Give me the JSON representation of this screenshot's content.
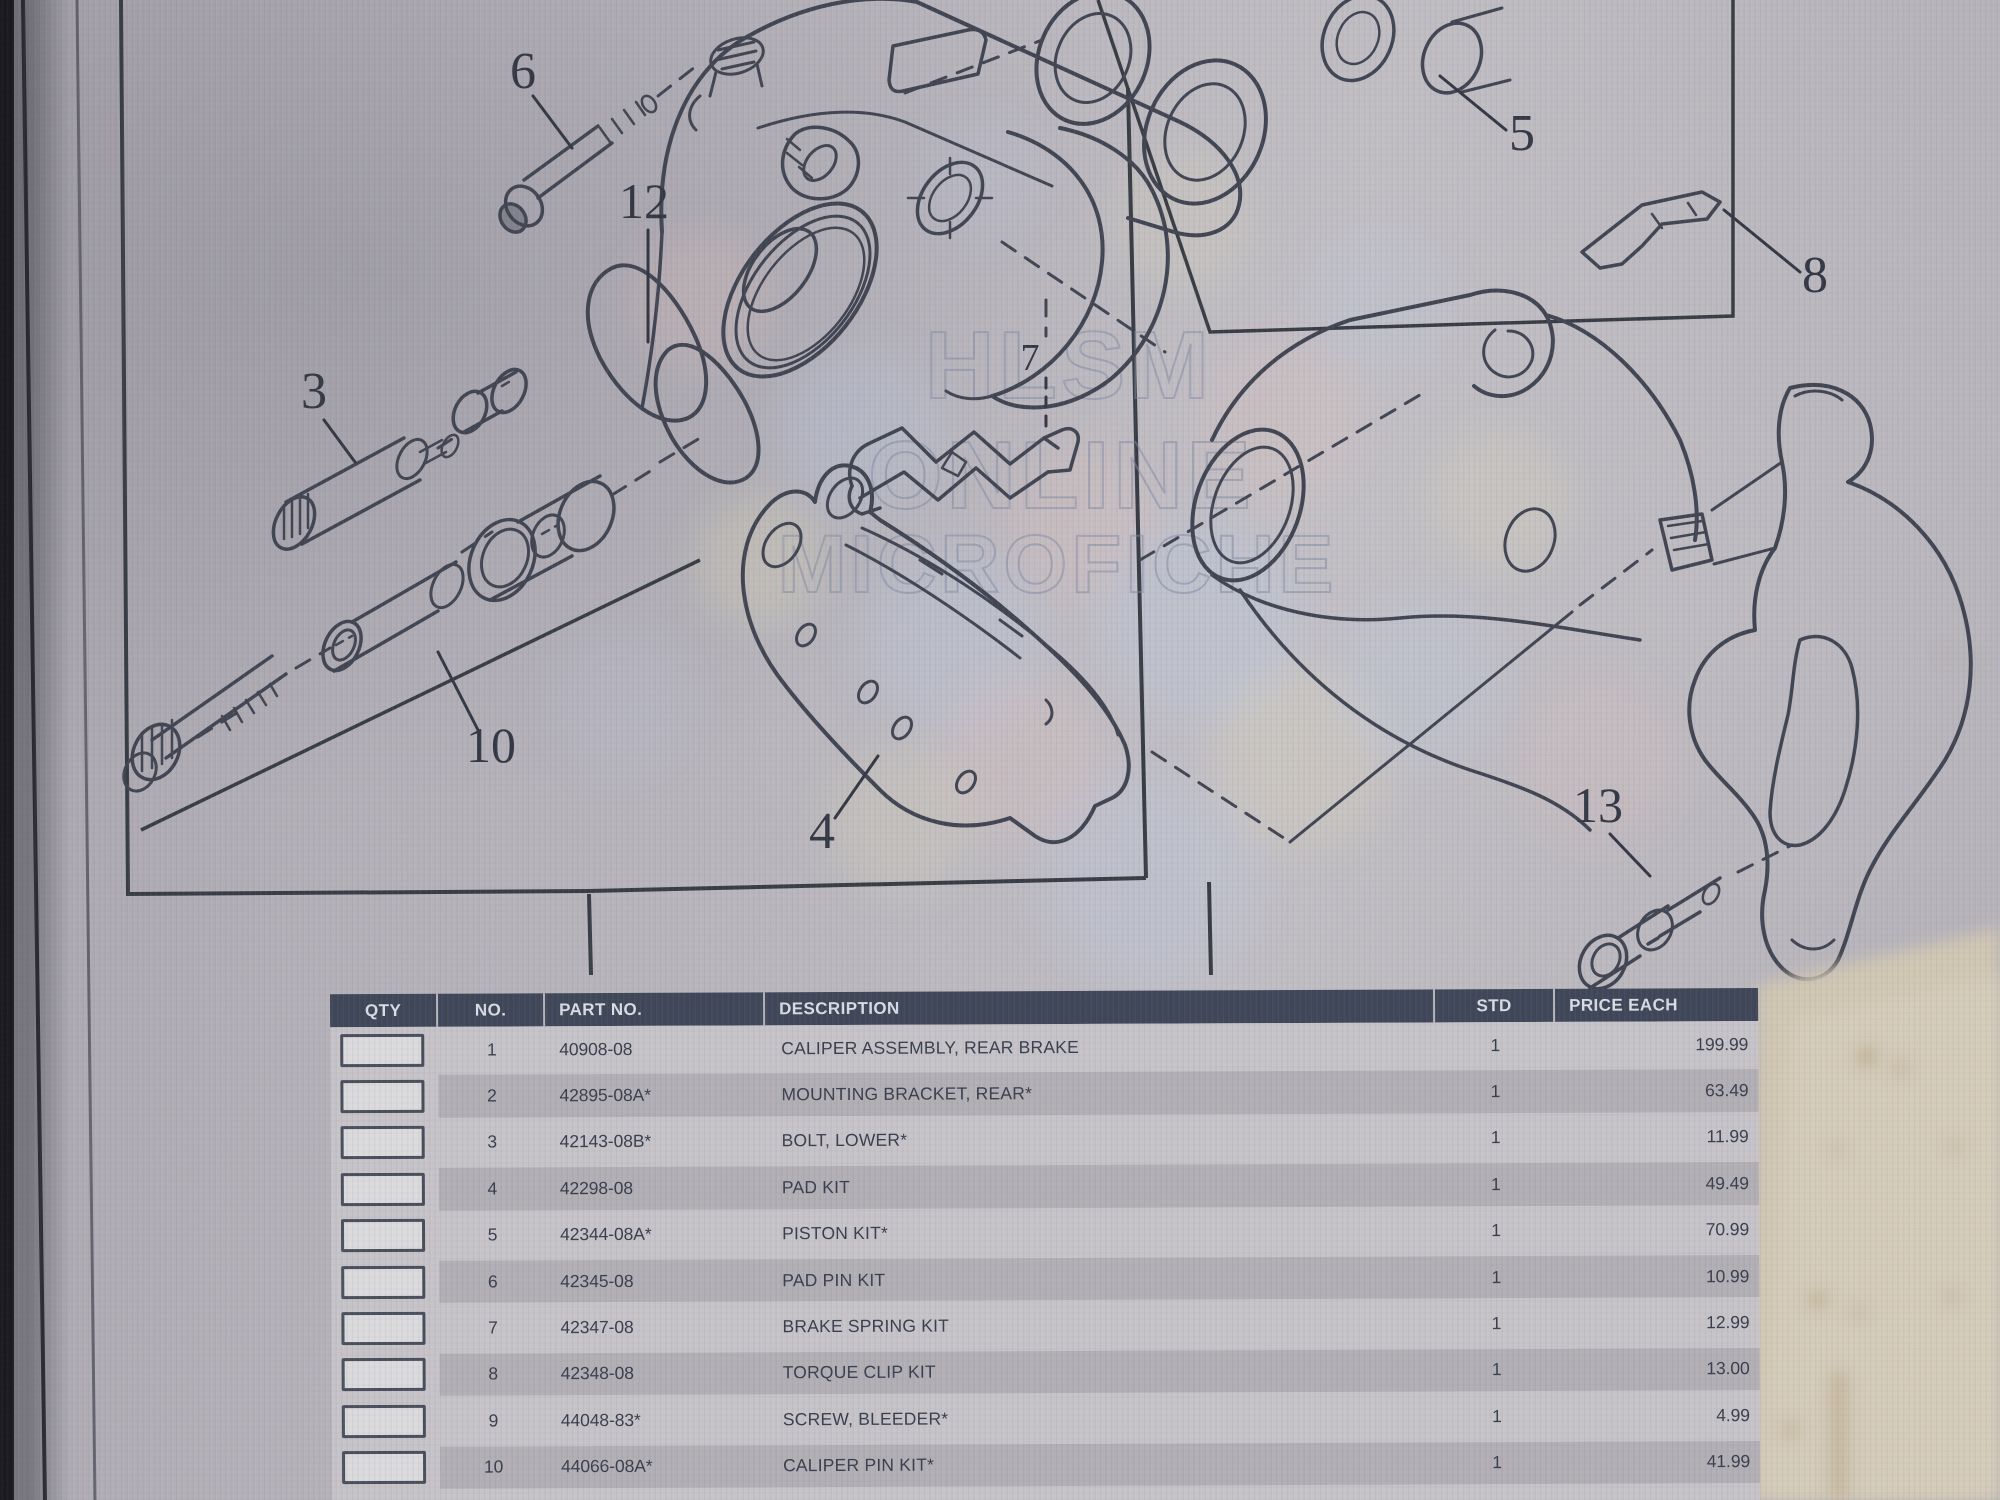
{
  "watermark": {
    "line1": "HLSM",
    "line2": "ONLINE",
    "line3": "MICROFICHE"
  },
  "diagram": {
    "callouts": [
      {
        "label": "6"
      },
      {
        "label": "12"
      },
      {
        "label": "3"
      },
      {
        "label": "10"
      },
      {
        "label": "4"
      },
      {
        "label": "5"
      },
      {
        "label": "7"
      },
      {
        "label": "8"
      },
      {
        "label": "13"
      }
    ]
  },
  "table": {
    "headers": [
      "QTY",
      "NO.",
      "PART NO.",
      "DESCRIPTION",
      "STD",
      "PRICE EACH"
    ],
    "rows": [
      {
        "qty": "",
        "no": "1",
        "part_no": "40908-08",
        "description": "CALIPER ASSEMBLY, REAR BRAKE",
        "std": "1",
        "price": "199.99"
      },
      {
        "qty": "",
        "no": "2",
        "part_no": "42895-08A*",
        "description": "MOUNTING BRACKET, REAR*",
        "std": "1",
        "price": "63.49"
      },
      {
        "qty": "",
        "no": "3",
        "part_no": "42143-08B*",
        "description": "BOLT, LOWER*",
        "std": "1",
        "price": "11.99"
      },
      {
        "qty": "",
        "no": "4",
        "part_no": "42298-08",
        "description": "PAD KIT",
        "std": "1",
        "price": "49.49"
      },
      {
        "qty": "",
        "no": "5",
        "part_no": "42344-08A*",
        "description": "PISTON KIT*",
        "std": "1",
        "price": "70.99"
      },
      {
        "qty": "",
        "no": "6",
        "part_no": "42345-08",
        "description": "PAD PIN KIT",
        "std": "1",
        "price": "10.99"
      },
      {
        "qty": "",
        "no": "7",
        "part_no": "42347-08",
        "description": "BRAKE SPRING KIT",
        "std": "1",
        "price": "12.99"
      },
      {
        "qty": "",
        "no": "8",
        "part_no": "42348-08",
        "description": "TORQUE CLIP KIT",
        "std": "1",
        "price": "13.00"
      },
      {
        "qty": "",
        "no": "9",
        "part_no": "44048-83*",
        "description": "SCREW, BLEEDER*",
        "std": "1",
        "price": "4.99"
      },
      {
        "qty": "",
        "no": "10",
        "part_no": "44066-08A*",
        "description": "CALIPER PIN KIT*",
        "std": "1",
        "price": "41.99"
      }
    ]
  },
  "colors": {
    "header_bg": "#3f4759",
    "header_text": "#d9dde4",
    "row_shaded": "#b2afb5",
    "row_light": "#c6c4c8",
    "line_art": "#3d414e",
    "watermark": "#7e88a2",
    "paper_beige": "#d2c8b2"
  }
}
